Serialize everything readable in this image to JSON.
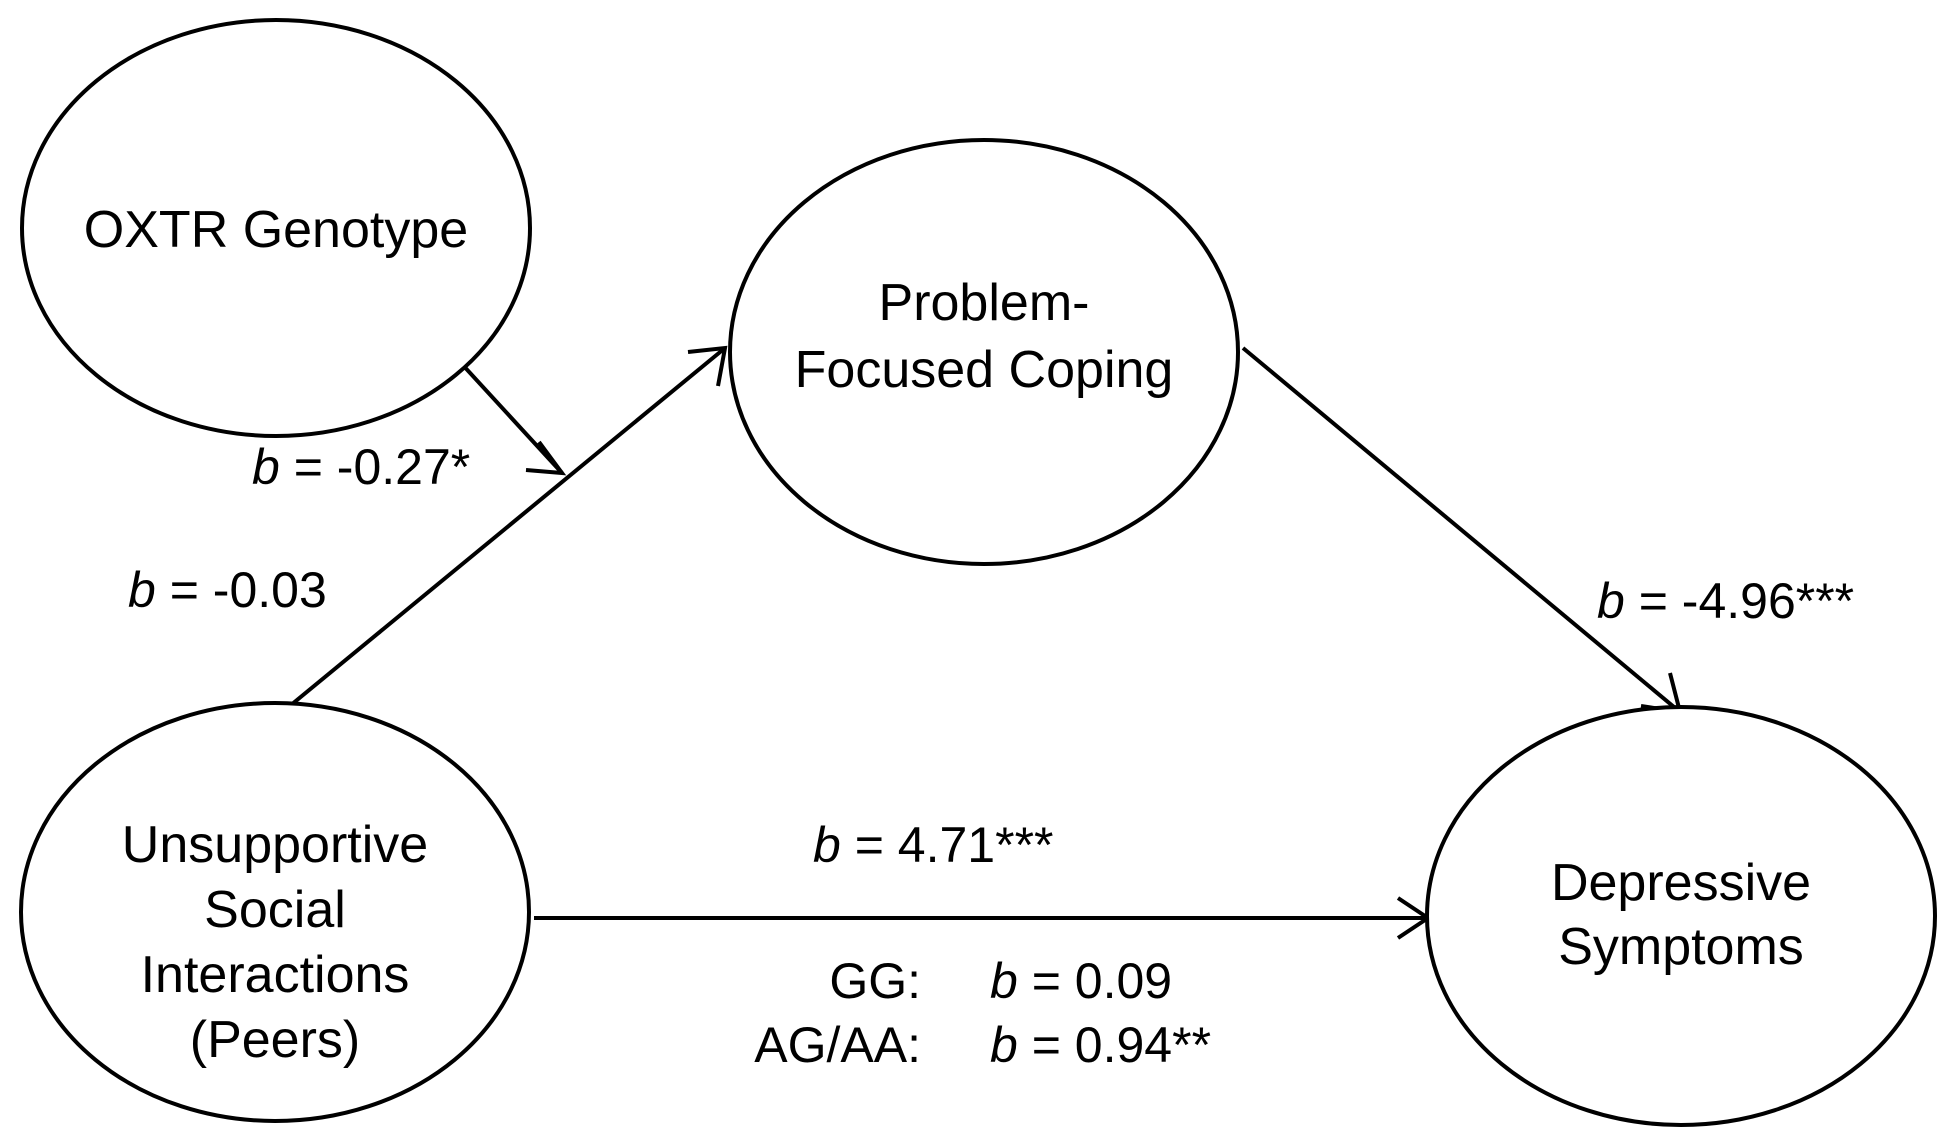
{
  "nodes": {
    "oxtr": {
      "line1": "OXTR Genotype"
    },
    "coping": {
      "line1": "Problem-",
      "line2": "Focused Coping"
    },
    "unsupportive": {
      "line1": "Unsupportive",
      "line2": "Social",
      "line3": "Interactions",
      "line4": "(Peers)"
    },
    "depressive": {
      "line1": "Depressive",
      "line2": "Symptoms"
    }
  },
  "paths": {
    "oxtr_moderation": {
      "var": "b",
      "rest": " = -0.27*"
    },
    "unsupportive_to_coping": {
      "var": "b",
      "rest": " = -0.03"
    },
    "coping_to_depressive": {
      "var": "b",
      "rest": " = -4.96***"
    },
    "unsupportive_to_depressive": {
      "var": "b",
      "rest": " = 4.71***"
    }
  },
  "conditional_effects": [
    {
      "group": "GG:",
      "var": "b",
      "rest": " = 0.09"
    },
    {
      "group": "AG/AA:",
      "var": "b",
      "rest": " = 0.94**"
    }
  ]
}
